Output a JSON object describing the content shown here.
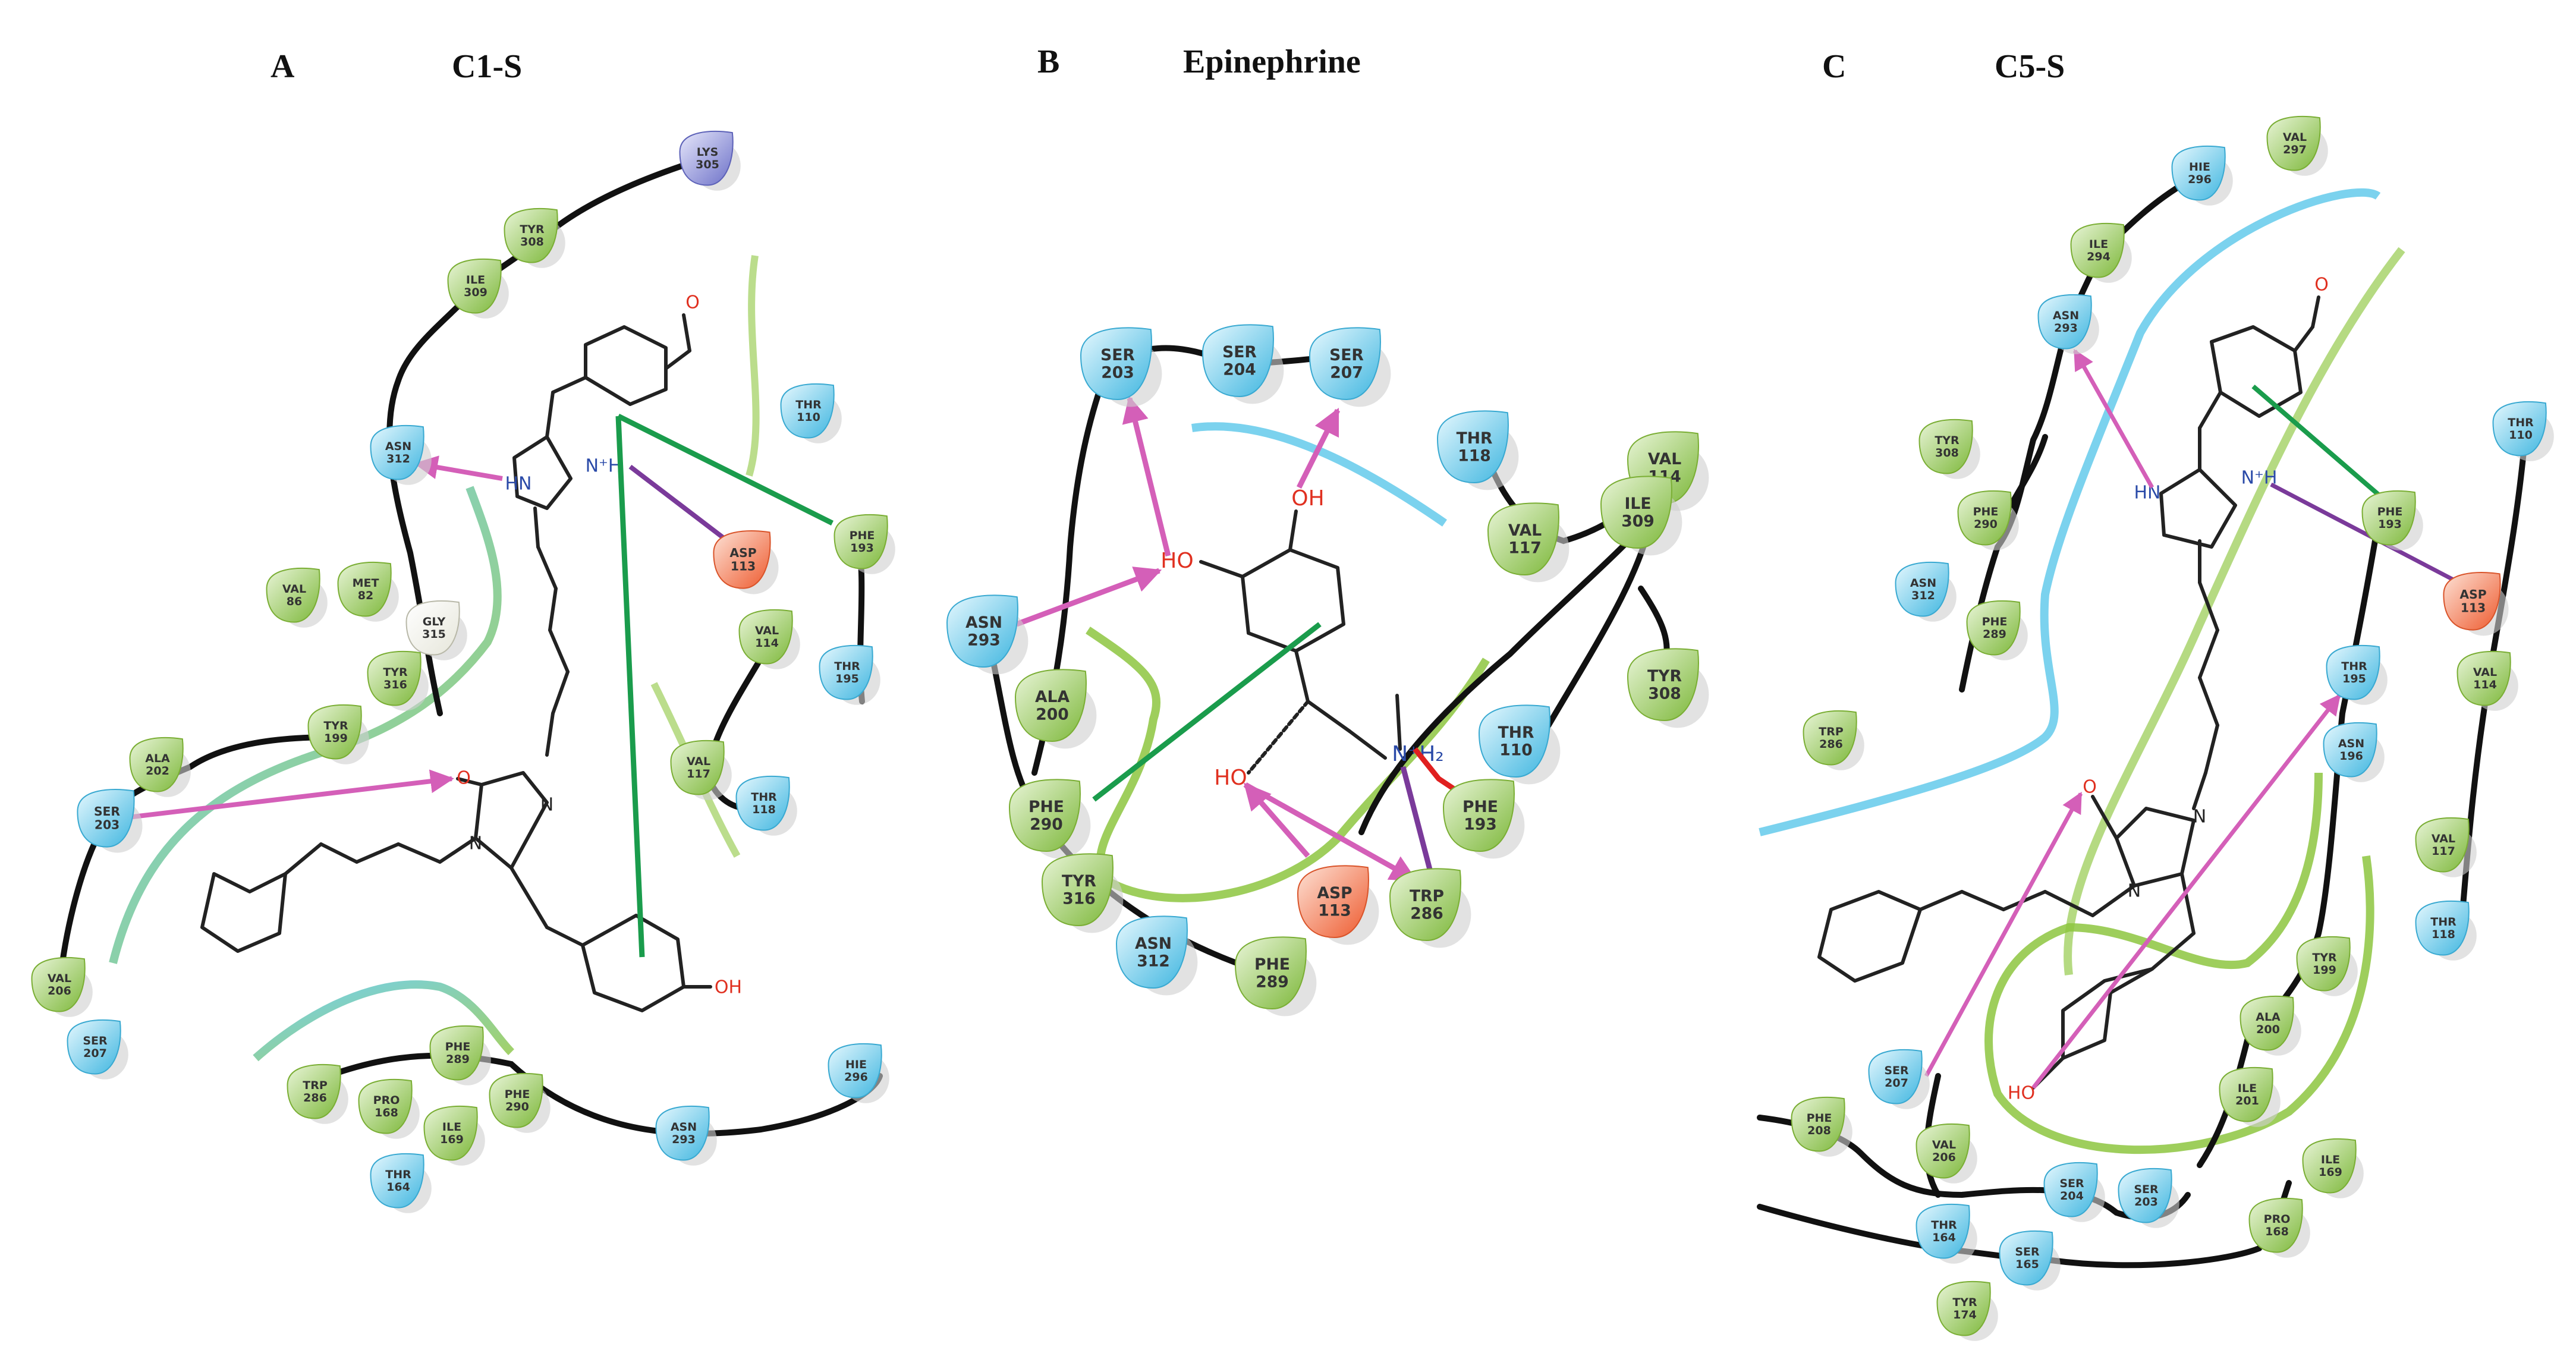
{
  "panels": [
    {
      "letter": "A",
      "title": "C1-S",
      "residues": [
        {
          "name": "LYS",
          "num": "305",
          "type": "pos"
        },
        {
          "name": "TYR",
          "num": "308",
          "type": "hyd"
        },
        {
          "name": "ILE",
          "num": "309",
          "type": "hyd"
        },
        {
          "name": "ASN",
          "num": "312",
          "type": "pol"
        },
        {
          "name": "THR",
          "num": "110",
          "type": "pol"
        },
        {
          "name": "PHE",
          "num": "193",
          "type": "hyd"
        },
        {
          "name": "ASP",
          "num": "113",
          "type": "neg"
        },
        {
          "name": "VAL",
          "num": "86",
          "type": "hyd"
        },
        {
          "name": "MET",
          "num": "82",
          "type": "hyd"
        },
        {
          "name": "GLY",
          "num": "315",
          "type": "gly"
        },
        {
          "name": "TYR",
          "num": "316",
          "type": "hyd"
        },
        {
          "name": "VAL",
          "num": "114",
          "type": "hyd"
        },
        {
          "name": "THR",
          "num": "195",
          "type": "pol"
        },
        {
          "name": "TYR",
          "num": "199",
          "type": "hyd"
        },
        {
          "name": "ALA",
          "num": "202",
          "type": "hyd"
        },
        {
          "name": "VAL",
          "num": "117",
          "type": "hyd"
        },
        {
          "name": "THR",
          "num": "118",
          "type": "pol"
        },
        {
          "name": "SER",
          "num": "203",
          "type": "pol"
        },
        {
          "name": "VAL",
          "num": "206",
          "type": "hyd"
        },
        {
          "name": "SER",
          "num": "207",
          "type": "pol"
        },
        {
          "name": "PHE",
          "num": "289",
          "type": "hyd"
        },
        {
          "name": "TRP",
          "num": "286",
          "type": "hyd"
        },
        {
          "name": "PRO",
          "num": "168",
          "type": "hyd"
        },
        {
          "name": "ILE",
          "num": "169",
          "type": "hyd"
        },
        {
          "name": "PHE",
          "num": "290",
          "type": "hyd"
        },
        {
          "name": "ASN",
          "num": "293",
          "type": "pol"
        },
        {
          "name": "HIE",
          "num": "296",
          "type": "pol"
        },
        {
          "name": "THR",
          "num": "164",
          "type": "pol"
        }
      ],
      "atoms": {
        "o_methoxy": "O",
        "hn": "HN",
        "n_plus": "N⁺H",
        "o_carbonyl": "O",
        "n1": "N",
        "n2": "N",
        "oh": "OH"
      }
    },
    {
      "letter": "B",
      "title": "Epinephrine",
      "residues": [
        {
          "name": "SER",
          "num": "203",
          "type": "pol"
        },
        {
          "name": "SER",
          "num": "204",
          "type": "pol"
        },
        {
          "name": "SER",
          "num": "207",
          "type": "pol"
        },
        {
          "name": "THR",
          "num": "118",
          "type": "pol"
        },
        {
          "name": "VAL",
          "num": "114",
          "type": "hyd"
        },
        {
          "name": "VAL",
          "num": "117",
          "type": "hyd"
        },
        {
          "name": "ILE",
          "num": "309",
          "type": "hyd"
        },
        {
          "name": "ASN",
          "num": "293",
          "type": "pol"
        },
        {
          "name": "ALA",
          "num": "200",
          "type": "hyd"
        },
        {
          "name": "TYR",
          "num": "308",
          "type": "hyd"
        },
        {
          "name": "THR",
          "num": "110",
          "type": "pol"
        },
        {
          "name": "PHE",
          "num": "290",
          "type": "hyd"
        },
        {
          "name": "PHE",
          "num": "193",
          "type": "hyd"
        },
        {
          "name": "TYR",
          "num": "316",
          "type": "hyd"
        },
        {
          "name": "ASN",
          "num": "312",
          "type": "pol"
        },
        {
          "name": "ASP",
          "num": "113",
          "type": "neg"
        },
        {
          "name": "TRP",
          "num": "286",
          "type": "hyd"
        },
        {
          "name": "PHE",
          "num": "289",
          "type": "hyd"
        }
      ],
      "atoms": {
        "oh_top": "OH",
        "ho_left": "HO",
        "ho_chain": "HO",
        "nh2": "N⁺H₂"
      }
    },
    {
      "letter": "C",
      "title": "C5-S",
      "residues": [
        {
          "name": "VAL",
          "num": "297",
          "type": "hyd"
        },
        {
          "name": "HIE",
          "num": "296",
          "type": "pol"
        },
        {
          "name": "ILE",
          "num": "294",
          "type": "hyd"
        },
        {
          "name": "ASN",
          "num": "293",
          "type": "pol"
        },
        {
          "name": "TYR",
          "num": "308",
          "type": "hyd"
        },
        {
          "name": "PHE",
          "num": "290",
          "type": "hyd"
        },
        {
          "name": "ASN",
          "num": "312",
          "type": "pol"
        },
        {
          "name": "PHE",
          "num": "289",
          "type": "hyd"
        },
        {
          "name": "TRP",
          "num": "286",
          "type": "hyd"
        },
        {
          "name": "THR",
          "num": "110",
          "type": "pol"
        },
        {
          "name": "PHE",
          "num": "193",
          "type": "hyd"
        },
        {
          "name": "ASP",
          "num": "113",
          "type": "neg"
        },
        {
          "name": "THR",
          "num": "195",
          "type": "pol"
        },
        {
          "name": "ASN",
          "num": "196",
          "type": "pol"
        },
        {
          "name": "VAL",
          "num": "114",
          "type": "hyd"
        },
        {
          "name": "VAL",
          "num": "117",
          "type": "hyd"
        },
        {
          "name": "THR",
          "num": "118",
          "type": "pol"
        },
        {
          "name": "TYR",
          "num": "199",
          "type": "hyd"
        },
        {
          "name": "ALA",
          "num": "200",
          "type": "hyd"
        },
        {
          "name": "ILE",
          "num": "201",
          "type": "hyd"
        },
        {
          "name": "SER",
          "num": "207",
          "type": "pol"
        },
        {
          "name": "PHE",
          "num": "208",
          "type": "hyd"
        },
        {
          "name": "VAL",
          "num": "206",
          "type": "hyd"
        },
        {
          "name": "SER",
          "num": "204",
          "type": "pol"
        },
        {
          "name": "SER",
          "num": "203",
          "type": "pol"
        },
        {
          "name": "ILE",
          "num": "169",
          "type": "hyd"
        },
        {
          "name": "PRO",
          "num": "168",
          "type": "hyd"
        },
        {
          "name": "THR",
          "num": "164",
          "type": "pol"
        },
        {
          "name": "SER",
          "num": "165",
          "type": "pol"
        },
        {
          "name": "TYR",
          "num": "174",
          "type": "hyd"
        }
      ],
      "atoms": {
        "o_methoxy": "O",
        "hn": "HN",
        "n_plus": "N⁺H",
        "o_carbonyl": "O",
        "n1": "N",
        "n2": "N",
        "ho": "HO"
      }
    }
  ],
  "colors": {
    "hyd": "#8dc63f",
    "pol": "#4fc3e8",
    "neg": "#f26a3d",
    "pos": "#7b7fd1",
    "gly": "#f2f2e8",
    "hbond": "#d45fb8",
    "pipi": "#1a9c4c",
    "saltbridge": "#7a3a9a",
    "cation": "#e02020",
    "chain": "#111111"
  }
}
